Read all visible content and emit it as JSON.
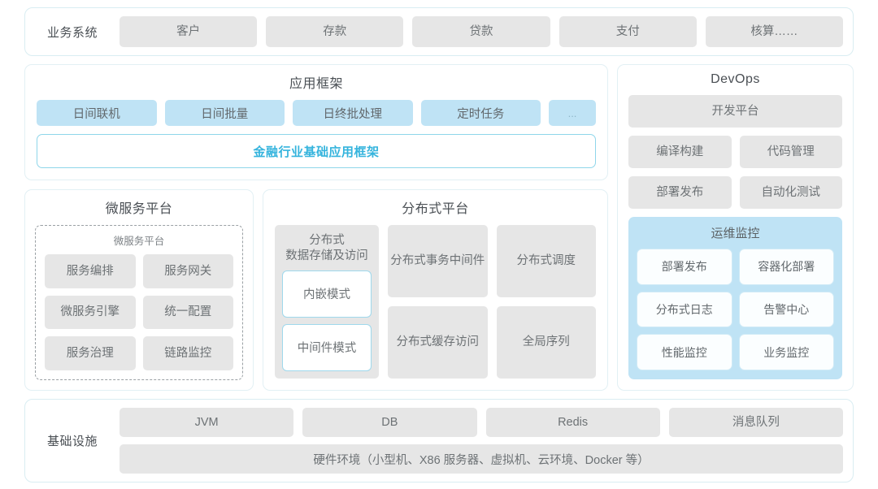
{
  "theme": {
    "card_border": "#d9edf2",
    "tile_gray": "#e6e6e6",
    "tag_blue": "#bfe3f5",
    "accent_cyan": "#35b4dd",
    "text_gray": "#6d7275"
  },
  "business_systems": {
    "label": "业务系统",
    "items": [
      "客户",
      "存款",
      "贷款",
      "支付",
      "核算……"
    ]
  },
  "app_framework": {
    "title": "应用框架",
    "tags": [
      "日间联机",
      "日间批量",
      "日终批处理",
      "定时任务",
      "..."
    ],
    "highlight": "金融行业基础应用框架"
  },
  "microservice_platform": {
    "title": "微服务平台",
    "inner_title": "微服务平台",
    "items": [
      "服务编排",
      "服务网关",
      "微服务引擎",
      "统一配置",
      "服务治理",
      "链路监控"
    ]
  },
  "distributed_platform": {
    "title": "分布式平台",
    "storage": {
      "label": "分布式\n数据存储及访问",
      "label_line1": "分布式",
      "label_line2": "数据存储及访问",
      "modes": [
        "内嵌模式",
        "中间件模式"
      ]
    },
    "middle_column": [
      {
        "line1": "分布式",
        "line2": "事务中间件"
      },
      {
        "line1": "分布式",
        "line2": "缓存访问"
      }
    ],
    "right_column": [
      {
        "line1": "分布式调度",
        "line2": ""
      },
      {
        "line1": "全局序列",
        "line2": ""
      }
    ]
  },
  "devops": {
    "title": "DevOps",
    "platform": "开发平台",
    "tools": [
      "编译构建",
      "代码管理",
      "部署发布",
      "自动化测试"
    ],
    "ops_monitor": {
      "title": "运维监控",
      "items": [
        "部署发布",
        "容器化部署",
        "分布式日志",
        "告警中心",
        "性能监控",
        "业务监控"
      ]
    }
  },
  "infrastructure": {
    "label": "基础设施",
    "items": [
      "JVM",
      "DB",
      "Redis",
      "消息队列"
    ],
    "hardware": "硬件环境（小型机、X86 服务器、虚拟机、云环境、Docker 等）"
  }
}
